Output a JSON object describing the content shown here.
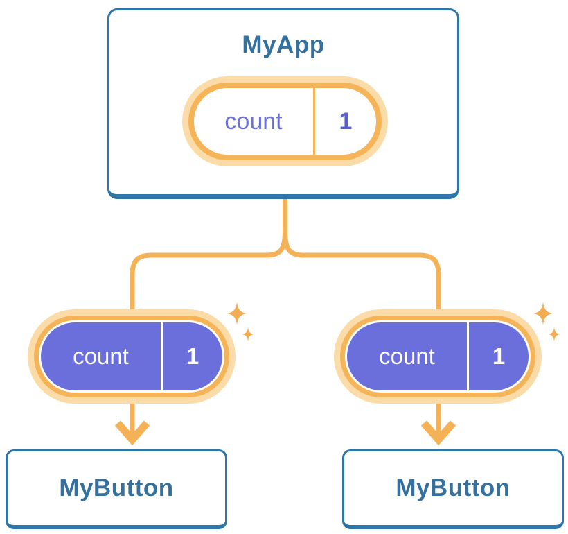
{
  "tree": {
    "root": {
      "name": "MyApp",
      "state_pill": {
        "label": "count",
        "value": "1"
      }
    },
    "children": [
      {
        "name": "MyButton",
        "passed_prop": {
          "label": "count",
          "value": "1"
        }
      },
      {
        "name": "MyButton",
        "passed_prop": {
          "label": "count",
          "value": "1"
        }
      }
    ]
  },
  "icons": {
    "sparkle": "four-point-star",
    "arrow": "down-arrow"
  },
  "colors": {
    "background": "#ffffff",
    "card_border_blue": "#2E75A8",
    "heading_blue": "#35719F",
    "connector_orange": "#F5B155",
    "pill_ring_orange": "#F6B458",
    "pill_halo_peach": "#FBDCA8",
    "sparkle_orange": "#F2AC52",
    "state_purple_fill": "#6A6FDC",
    "state_purple_text": "#6A71DD",
    "state_value_purple": "#585ED8",
    "pill_text_white": "#ffffff"
  }
}
